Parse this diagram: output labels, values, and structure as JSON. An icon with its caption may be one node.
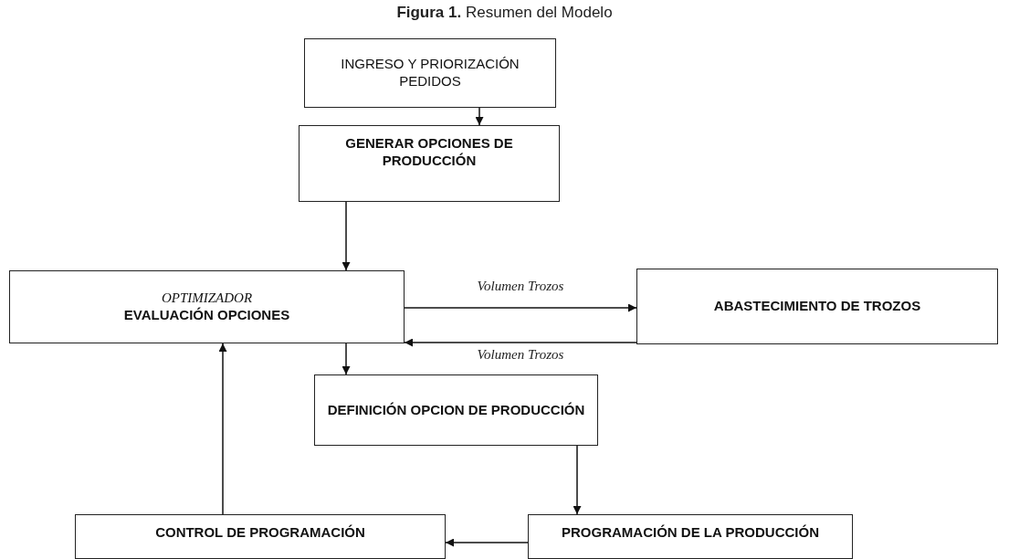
{
  "diagram": {
    "title": "**Figura 1.** Resumen del Modelo",
    "nodes": [
      {
        "text": [
          "INGRESO Y PRIORIZACIÓN PEDIDOS"
        ]
      },
      {
        "text": [
          "GENERAR OPCIONES DE PRODUCCIÓN"
        ]
      },
      {
        "text": [
          "OPTIMIZADOR",
          "EVALUACIÓN OPCIONES"
        ]
      },
      {
        "text": [
          "ABASTECIMIENTO DE TROZOS"
        ]
      },
      {
        "text": [
          "DEFINICIÓN OPCION DE PRODUCCIÓN"
        ]
      },
      {
        "text": [
          "CONTROL DE PROGRAMACIÓN"
        ]
      },
      {
        "text": [
          "PROGRAMACIÓN DE LA PRODUCCIÓN"
        ]
      }
    ],
    "edges": [
      {
        "from": 0,
        "to": 1,
        "arrow": "to"
      },
      {
        "from": 1,
        "to": 2,
        "arrow": "to"
      },
      {
        "from": 2,
        "to": 3,
        "arrow": "to",
        "label": "Volumen Trozos"
      },
      {
        "from": 3,
        "to": 2,
        "arrow": "to",
        "label": "Volumen Trozos"
      },
      {
        "from": 2,
        "to": 4,
        "arrow": "to"
      },
      {
        "from": 4,
        "to": 6,
        "arrow": "to"
      },
      {
        "from": 6,
        "to": 5,
        "arrow": "to"
      },
      {
        "from": 5,
        "to": 2,
        "arrow": "to"
      }
    ]
  }
}
